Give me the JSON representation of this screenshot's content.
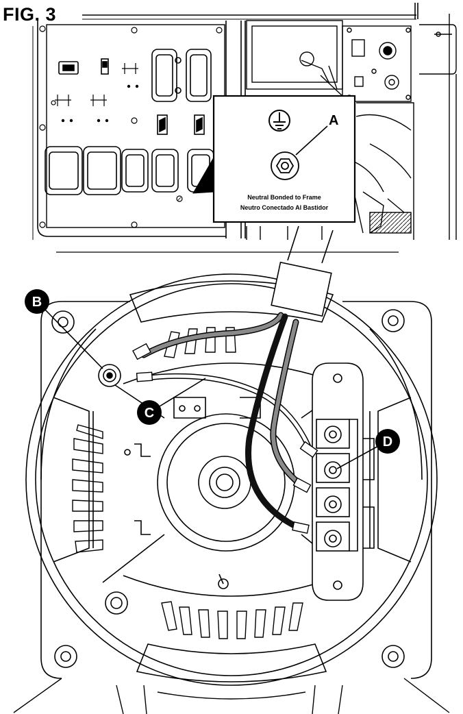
{
  "figure": {
    "title": "FIG. 3",
    "callout_panel": {
      "letter": "A",
      "caption_line1": "Neutral Bonded to Frame",
      "caption_line2": "Neutro Conectado Al Bastidor"
    },
    "markers": [
      {
        "id": "B",
        "label": "B"
      },
      {
        "id": "C",
        "label": "C"
      },
      {
        "id": "D",
        "label": "D"
      }
    ],
    "wire_colors": {
      "white": "#ffffff",
      "gray": "#8a8a8a",
      "black": "#111111"
    }
  }
}
